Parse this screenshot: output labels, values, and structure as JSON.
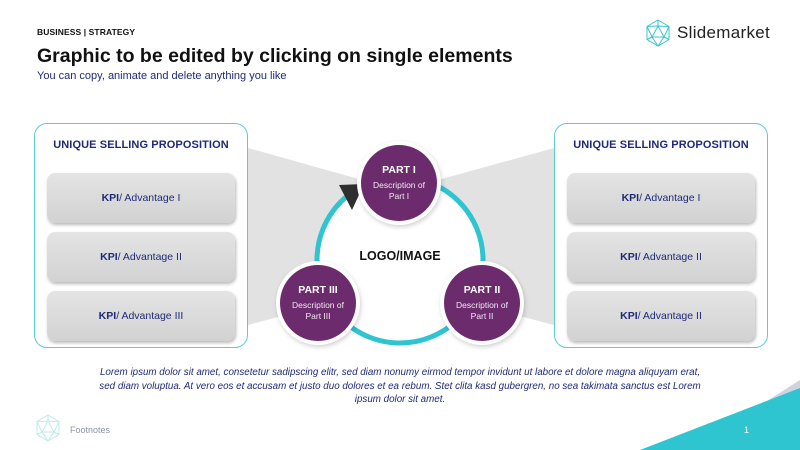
{
  "header": {
    "category": "BUSINESS | STRATEGY",
    "title": "Graphic to be edited by clicking on single elements",
    "subtitle": "You can copy, animate and delete anything you like"
  },
  "brand": {
    "name": "Slidemarket"
  },
  "left_panel": {
    "heading": "UNIQUE SELLING PROPOSITION",
    "items": [
      {
        "kpi": "KPI",
        "text": " / Advantage I"
      },
      {
        "kpi": "KPI",
        "text": " / Advantage II"
      },
      {
        "kpi": "KPI",
        "text": " / Advantage III"
      }
    ]
  },
  "right_panel": {
    "heading": "UNIQUE SELLING PROPOSITION",
    "items": [
      {
        "kpi": "KPI",
        "text": " / Advantage I"
      },
      {
        "kpi": "KPI",
        "text": " / Advantage II"
      },
      {
        "kpi": "KPI",
        "text": " / Advantage II"
      }
    ]
  },
  "cycle": {
    "center_label": "LOGO/IMAGE",
    "parts": [
      {
        "title": "PART I",
        "description": "Description of Part I"
      },
      {
        "title": "PART II",
        "description": "Description of Part II"
      },
      {
        "title": "PART III",
        "description": "Description of Part III"
      }
    ]
  },
  "body_text": "Lorem ipsum dolor sit amet, consetetur sadipscing elitr, sed diam nonumy eirmod tempor invidunt ut labore et dolore magna aliquyam erat, sed diam voluptua. At vero eos et accusam et justo duo dolores et ea rebum. Stet clita kasd gubergren, no sea takimata sanctus est Lorem ipsum dolor sit amet.",
  "footer": {
    "footnotes": "Footnotes",
    "page_number": "1"
  },
  "colors": {
    "accent_teal": "#2ec4d0",
    "panel_border": "#5fcad6",
    "part_purple": "#6c2b6c",
    "text_navy": "#1e2a78",
    "kpi_grey": "#dcdcdc",
    "funnel_grey": "#e0e0e0",
    "arrow_dark": "#2f2f2f"
  },
  "icons": {
    "brand_logo": "geodesic-polyhedron-icon",
    "footer_logo": "geodesic-polyhedron-icon",
    "cycle_arrow": "arrowhead-icon"
  }
}
